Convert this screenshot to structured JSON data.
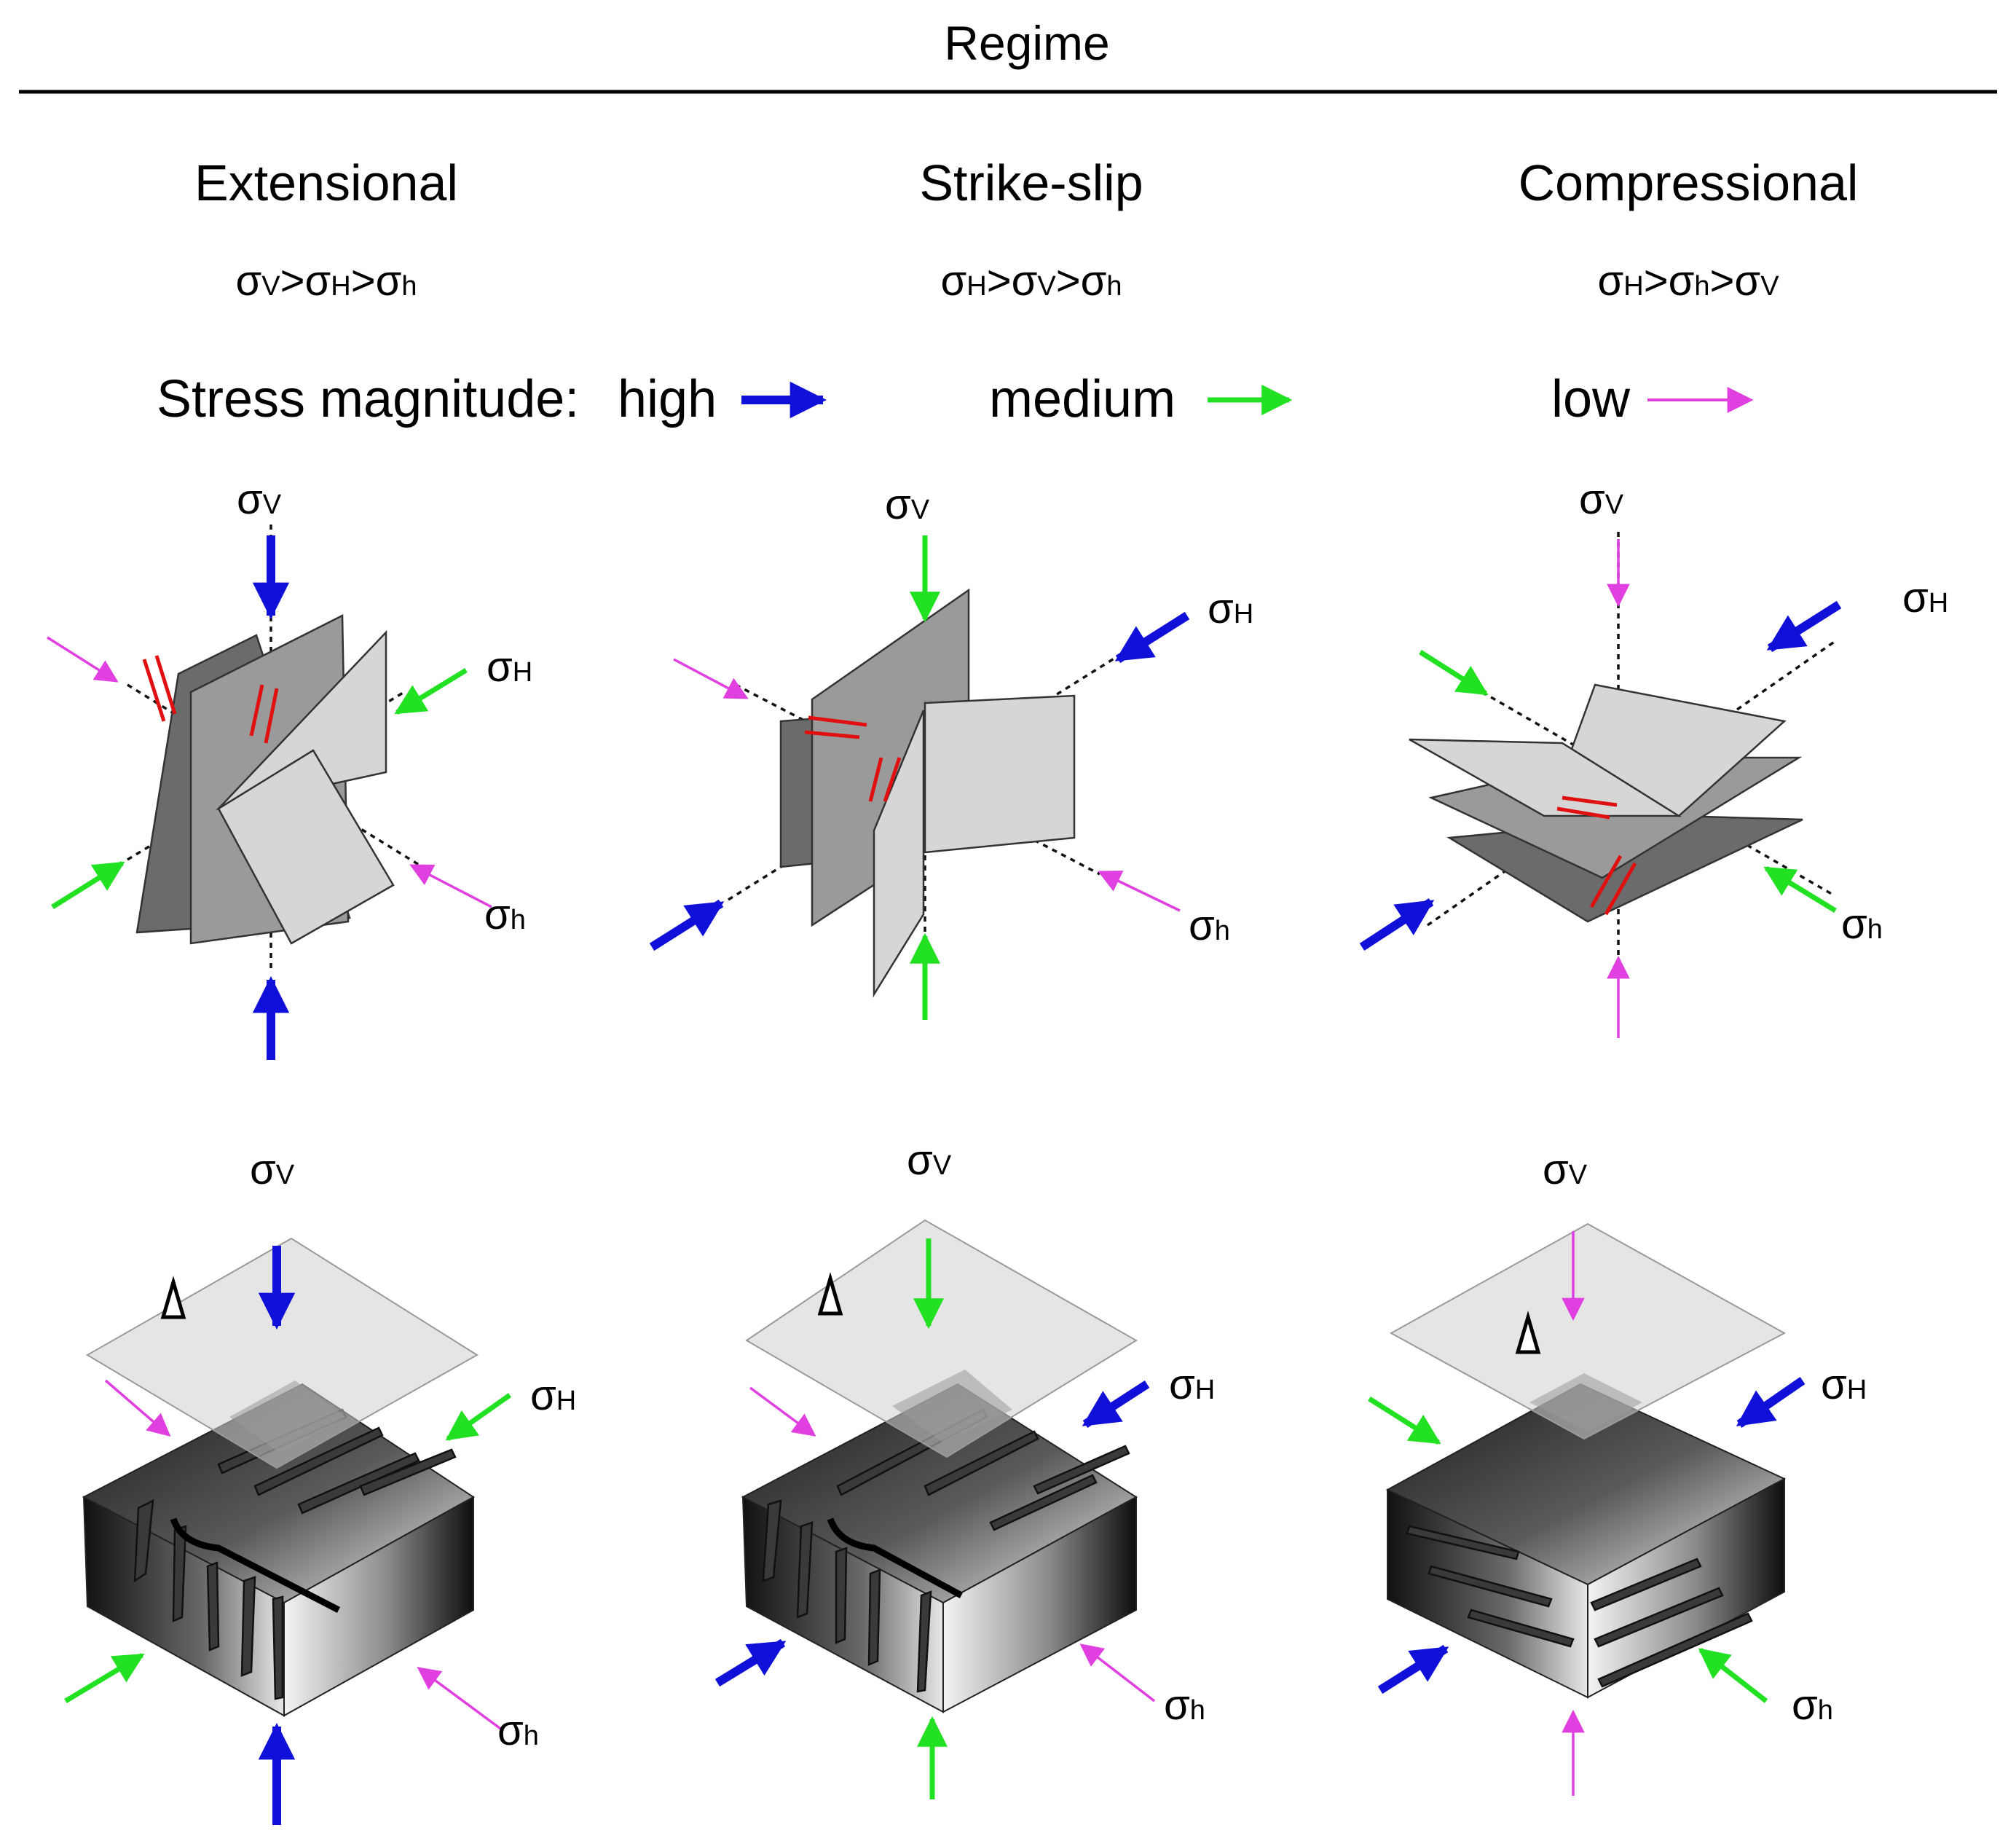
{
  "title": "Regime",
  "columns": [
    {
      "name": "Extensional",
      "order": [
        "σ",
        "V",
        ">σ",
        "H",
        ">σ",
        "h"
      ]
    },
    {
      "name": "Strike-slip",
      "order": [
        "σ",
        "H",
        ">σ",
        "V",
        ">σ",
        "h"
      ]
    },
    {
      "name": "Compressional",
      "order": [
        "σ",
        "H",
        ">σ",
        "h",
        ">σ",
        "V"
      ]
    }
  ],
  "legend": {
    "label": "Stress magnitude:",
    "high": "high",
    "medium": "medium",
    "low": "low"
  },
  "sigma": {
    "symbol": "σ",
    "V": "V",
    "H": "H",
    "h": "h"
  },
  "colors": {
    "high": "#1010d8",
    "medium": "#22e022",
    "low": "#e040e0",
    "slip": "#e01010"
  }
}
